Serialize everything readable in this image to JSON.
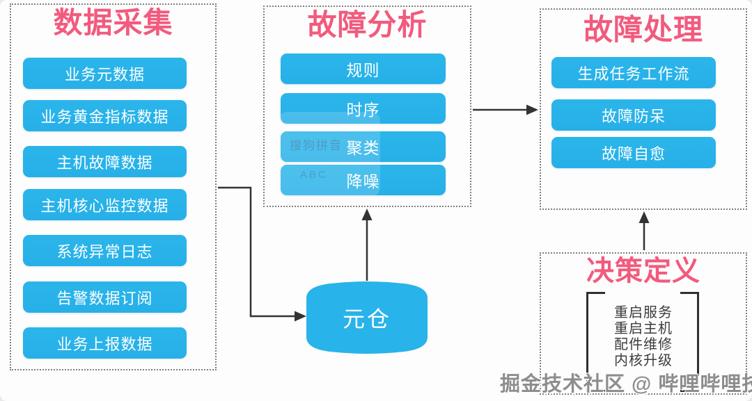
{
  "colors": {
    "node_blue": "#28b3ea",
    "title_pink": "#f25a7e",
    "arrow_dark": "#333333",
    "dotted_border": "#7e7e7e",
    "decision_text": "#3c3c3c",
    "watermark_gray": "#8d8d8d"
  },
  "data_collection": {
    "title": "数据采集",
    "items": [
      "业务元数据",
      "业务黄金指标数据",
      "主机故障数据",
      "主机核心监控数据",
      "系统异常日志",
      "告警数据订阅",
      "业务上报数据"
    ]
  },
  "fault_analysis": {
    "title": "故障分析",
    "items": [
      "规则",
      "时序",
      "聚类",
      "降噪"
    ],
    "ime_watermark": {
      "line1": "搜狗拼音",
      "line2": "ABC"
    }
  },
  "fault_handling": {
    "title": "故障处理",
    "items": [
      "生成任务工作流",
      "故障防呆",
      "故障自愈"
    ]
  },
  "decision_definition": {
    "title": "决策定义",
    "items": [
      "重启服务",
      "重启主机",
      "配件维修",
      "内核升级"
    ]
  },
  "meta_warehouse": {
    "label": "元仓"
  },
  "watermark": "掘金技术社区 @ 哔哩哔哩技术"
}
